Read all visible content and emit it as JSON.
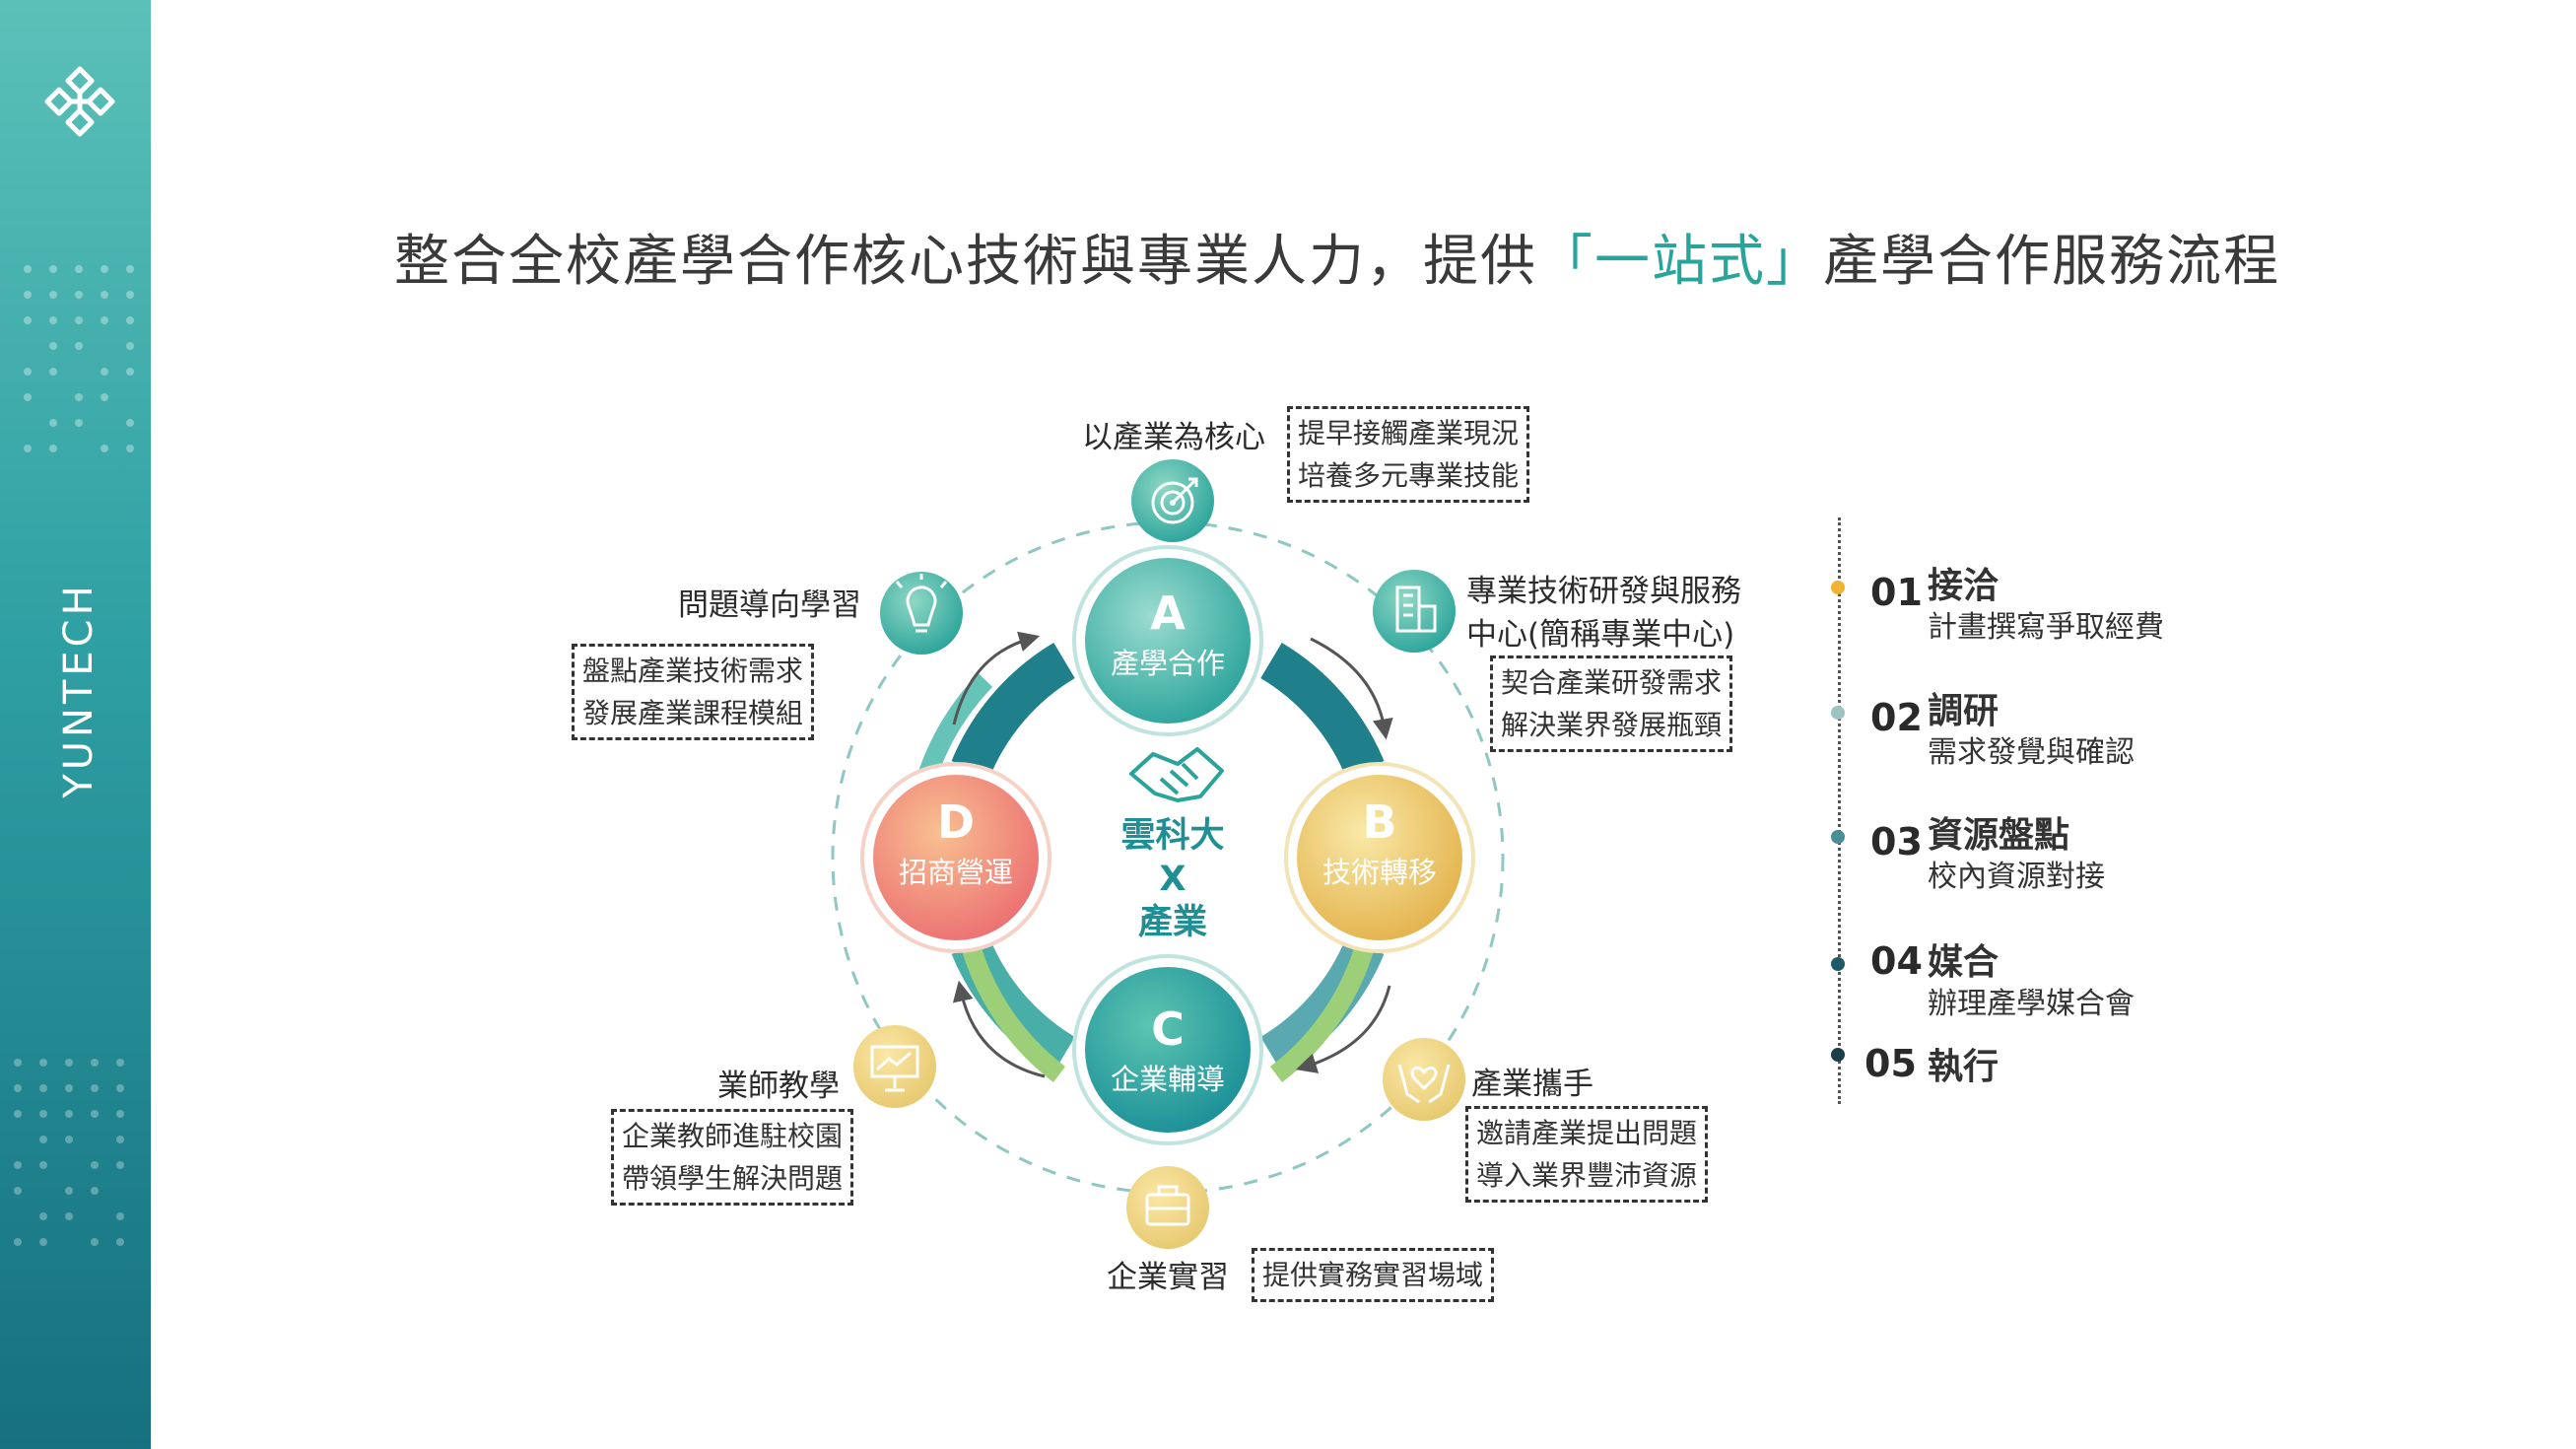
{
  "sidebar": {
    "brand": "YUNTECH",
    "colors": {
      "top": "#5bc0b8",
      "bottom": "#16707f"
    }
  },
  "title": {
    "before": "整合全校產學合作核心技術與專業人力，提供",
    "highlight": "「一站式」",
    "after": "產學合作服務流程",
    "highlight_color": "#2aa39b"
  },
  "cycle": {
    "nodes": [
      {
        "letter": "A",
        "label": "產學合作",
        "color": "#3fb3a8"
      },
      {
        "letter": "B",
        "label": "技術轉移",
        "color": "#e7c768"
      },
      {
        "letter": "C",
        "label": "企業輔導",
        "color": "#2e9fa3"
      },
      {
        "letter": "D",
        "label": "招商營運",
        "color": "#ee8e79"
      }
    ],
    "center": [
      "雲科大",
      "X",
      "產業"
    ],
    "center_icon": "handshake-icon"
  },
  "outer": [
    {
      "id": "top",
      "label": "以產業為核心",
      "icon": "target-icon",
      "box": [
        "提早接觸產業現況",
        "培養多元專業技能"
      ]
    },
    {
      "id": "top-right",
      "label_lines": [
        "專業技術研發與服務",
        "中心(簡稱專業中心)"
      ],
      "icon": "building-icon",
      "box": [
        "契合產業研發需求",
        "解決業界發展瓶頸"
      ]
    },
    {
      "id": "bottom-right",
      "label": "產業攜手",
      "icon": "hands-heart-icon",
      "box": [
        "邀請產業提出問題",
        "導入業界豐沛資源"
      ]
    },
    {
      "id": "bottom",
      "label": "企業實習",
      "icon": "briefcase-icon",
      "box": [
        "提供實務實習場域"
      ]
    },
    {
      "id": "bottom-left",
      "label": "業師教學",
      "icon": "presentation-icon",
      "box": [
        "企業教師進駐校園",
        "帶領學生解決問題"
      ]
    },
    {
      "id": "top-left",
      "label": "問題導向學習",
      "icon": "lightbulb-icon",
      "box": [
        "盤點產業技術需求",
        "發展產業課程模組"
      ]
    }
  ],
  "steps": [
    {
      "num": "01",
      "title": "接洽",
      "sub": "計畫撰寫爭取經費",
      "color": "#f2b233"
    },
    {
      "num": "02",
      "title": "調研",
      "sub": "需求發覺與確認",
      "color": "#9ec3c0"
    },
    {
      "num": "03",
      "title": "資源盤點",
      "sub": "校內資源對接",
      "color": "#4a8f98"
    },
    {
      "num": "04",
      "title": "媒合",
      "sub": "辦理產學媒合會",
      "color": "#1f5a66"
    },
    {
      "num": "05",
      "title": "執行",
      "sub": "",
      "color": "#1a3f4a"
    }
  ]
}
